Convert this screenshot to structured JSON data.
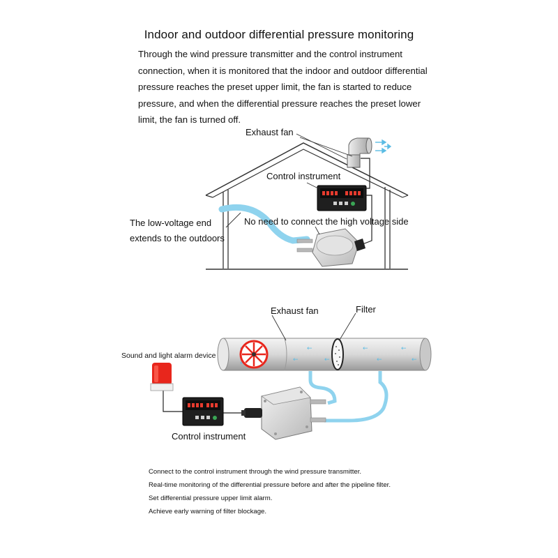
{
  "top": {
    "title": "Indoor and outdoor differential pressure monitoring",
    "paragraph_lines": [
      "Through the wind pressure transmitter and the control instrument",
      "connection, when it is monitored that the indoor and outdoor differential",
      "pressure reaches the preset upper limit, the fan is started to reduce",
      "pressure, and when the differential pressure reaches the preset lower",
      "limit, the fan is turned off."
    ],
    "labels": {
      "exhaust_fan": "Exhaust fan",
      "control_instrument": "Control instrument",
      "low_voltage_line1": "The low-voltage end",
      "low_voltage_line2": "extends to the outdoors",
      "no_high_voltage": "No need to connect the high voltage side"
    }
  },
  "bottom": {
    "labels": {
      "exhaust_fan": "Exhaust fan",
      "filter": "Filter",
      "alarm_device": "Sound and light alarm device",
      "control_instrument": "Control instrument"
    },
    "notes": [
      "Connect to the control instrument through the wind pressure transmitter.",
      "Real-time monitoring of the differential pressure before and after the pipeline filter.",
      "Set differential pressure upper limit alarm.",
      "Achieve early warning of filter blockage."
    ]
  },
  "colors": {
    "tube": "#8fd3ee",
    "arrow": "#5bbce4",
    "outline": "#333333",
    "alarm": "#e8261c",
    "display": "#e63b2e"
  }
}
